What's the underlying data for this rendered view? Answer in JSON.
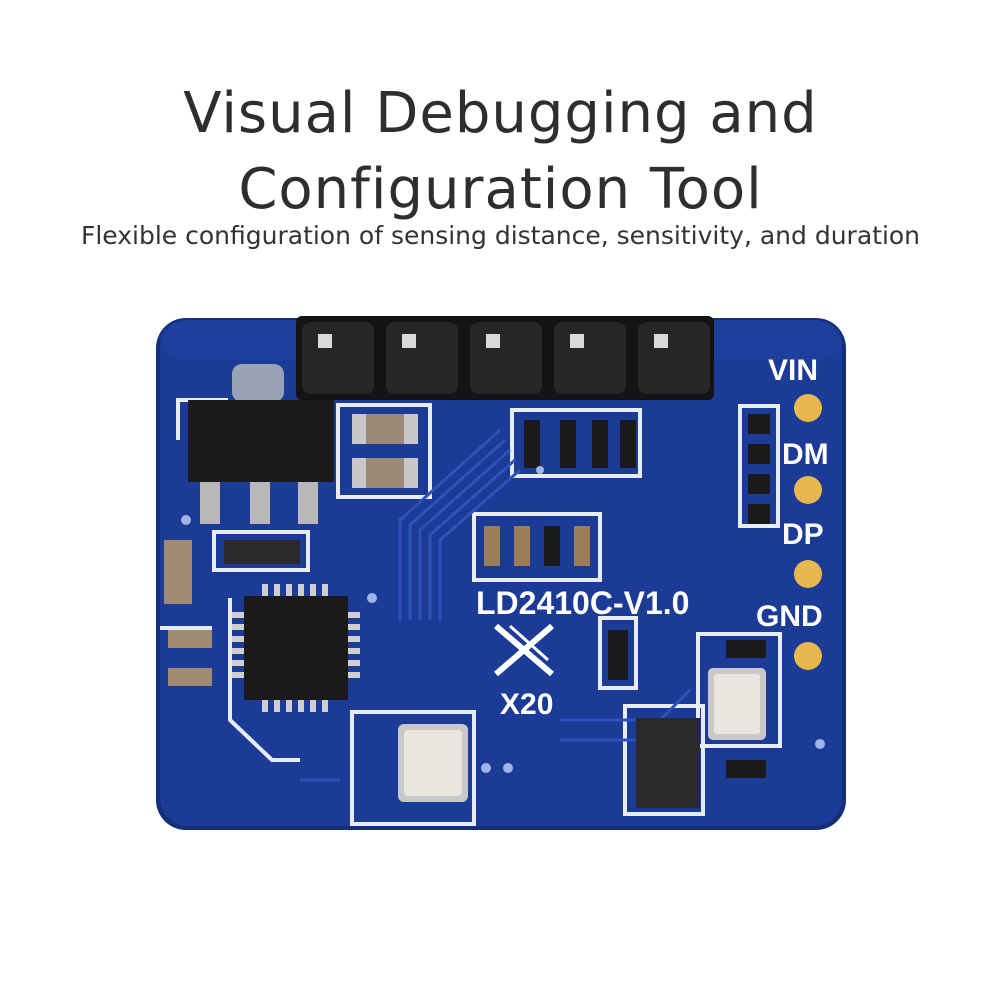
{
  "header": {
    "title_line1": "Visual Debugging and",
    "title_line2": "Configuration Tool",
    "subtitle": "Flexible configuration of sensing distance, sensitivity, and duration"
  },
  "board": {
    "model_label": "LD2410C-V1.0",
    "chip_label": "X20",
    "pins": [
      {
        "label": "VIN"
      },
      {
        "label": "DM"
      },
      {
        "label": "DP"
      },
      {
        "label": "GND"
      }
    ],
    "colors": {
      "pcb": "#1c3b96",
      "pcb_edge": "#152e7a",
      "silkscreen": "#ffffff",
      "pad": "#e6b84d",
      "header": "#1a1a1a"
    }
  }
}
